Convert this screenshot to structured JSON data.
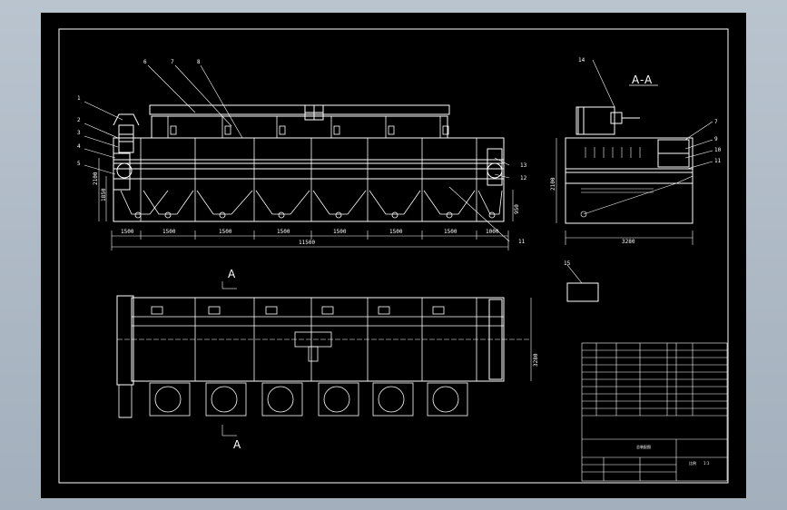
{
  "section_title": "A-A",
  "section_mark": "A",
  "part_numbers": {
    "p1": "1",
    "p2": "2",
    "p3": "3",
    "p4": "4",
    "p5": "5",
    "p6": "6",
    "p7": "7",
    "p8": "8",
    "p11": "11",
    "p12": "12",
    "p13": "13",
    "p14": "14",
    "p7b": "7",
    "p9": "9",
    "p10": "10",
    "p11b": "11",
    "p15": "15"
  },
  "front_dims": [
    "1500",
    "1500",
    "1500",
    "1500",
    "1500",
    "1500",
    "1500",
    "1000"
  ],
  "front_total": "11500",
  "front_heights": {
    "left_upper": "2100",
    "left_lower": "1850",
    "right": "950"
  },
  "side_dims": {
    "width": "3280",
    "height": "2100"
  },
  "plan_dims": {
    "height": "3280"
  },
  "title_block": {
    "drawing_name": "总装配图",
    "scale": "1:1",
    "unit": "比例"
  },
  "colors": {
    "background": "#000000",
    "line": "#ffffff",
    "frame_bg": "#a8b4c0"
  }
}
